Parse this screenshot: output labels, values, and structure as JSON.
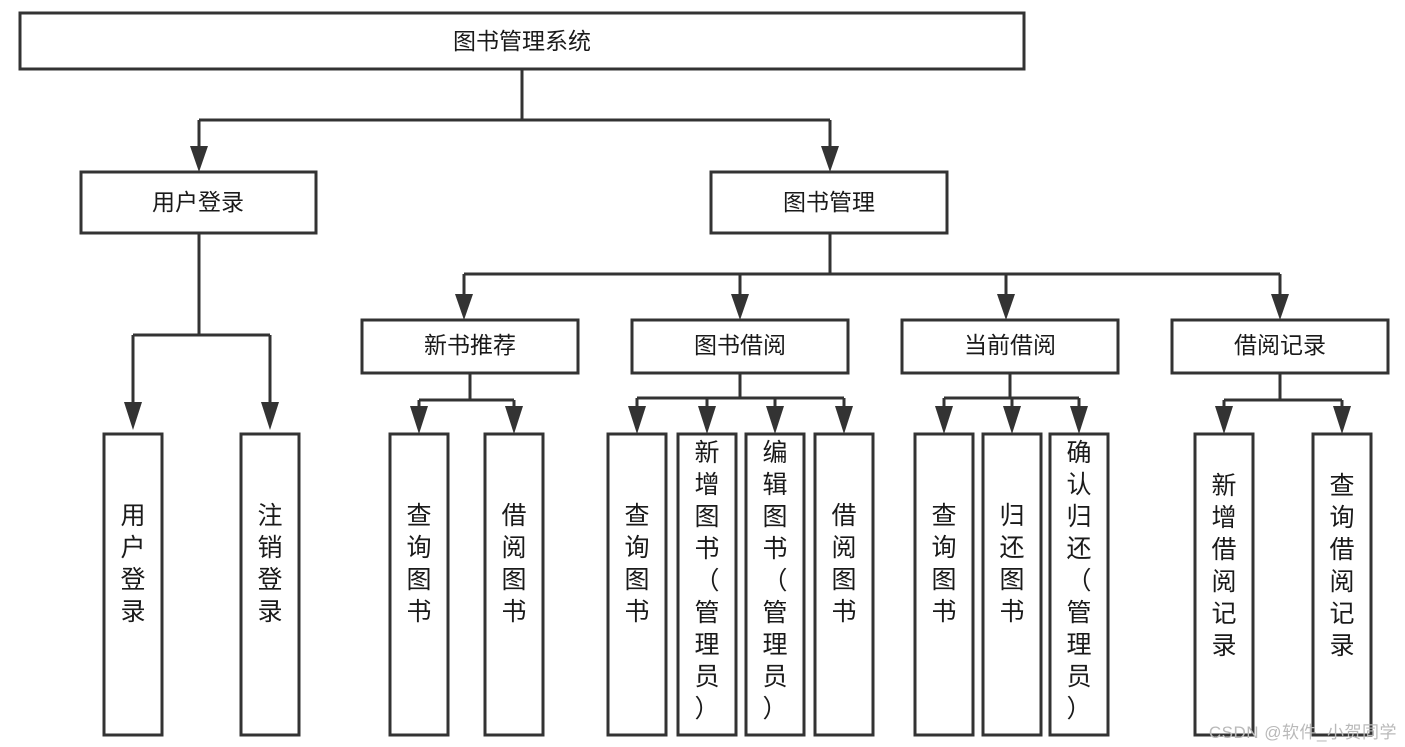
{
  "diagram": {
    "title": "图书管理系统",
    "type": "tree-hierarchy-chart",
    "orientation": "top-down",
    "colors": {
      "box_stroke": "#333333",
      "box_fill": "#ffffff",
      "connector": "#333333",
      "text": "#1a1a1a",
      "watermark": "#b9b9b9",
      "background": "#ffffff"
    },
    "root": {
      "id": "root",
      "label": "图书管理系统"
    },
    "level2": [
      {
        "id": "user-login",
        "label": "用户登录"
      },
      {
        "id": "book-management",
        "label": "图书管理"
      }
    ],
    "level3": [
      {
        "id": "new-book-recommend",
        "label": "新书推荐",
        "parent": "book-management"
      },
      {
        "id": "book-borrow",
        "label": "图书借阅",
        "parent": "book-management"
      },
      {
        "id": "current-borrow",
        "label": "当前借阅",
        "parent": "book-management"
      },
      {
        "id": "borrow-record",
        "label": "借阅记录",
        "parent": "book-management"
      }
    ],
    "leaves": [
      {
        "id": "leaf-user-login",
        "label": "用户登录",
        "parent": "user-login"
      },
      {
        "id": "leaf-logout-login",
        "label": "注销登录",
        "parent": "user-login"
      },
      {
        "id": "leaf-query-book-1",
        "label": "查询图书",
        "parent": "new-book-recommend"
      },
      {
        "id": "leaf-borrow-book-1",
        "label": "借阅图书",
        "parent": "new-book-recommend"
      },
      {
        "id": "leaf-query-book-2",
        "label": "查询图书",
        "parent": "book-borrow"
      },
      {
        "id": "leaf-add-book-admin",
        "label": "新增图书（管理员）",
        "parent": "book-borrow"
      },
      {
        "id": "leaf-edit-book-admin",
        "label": "编辑图书（管理员）",
        "parent": "book-borrow"
      },
      {
        "id": "leaf-borrow-book-2",
        "label": "借阅图书",
        "parent": "book-borrow"
      },
      {
        "id": "leaf-query-book-3",
        "label": "查询图书",
        "parent": "current-borrow"
      },
      {
        "id": "leaf-return-book",
        "label": "归还图书",
        "parent": "current-borrow"
      },
      {
        "id": "leaf-confirm-return-admin",
        "label": "确认归还（管理员）",
        "parent": "current-borrow"
      },
      {
        "id": "leaf-add-borrow-record",
        "label": "新增借阅记录",
        "parent": "borrow-record"
      },
      {
        "id": "leaf-query-borrow-record",
        "label": "查询借阅记录",
        "parent": "borrow-record"
      }
    ],
    "watermark": "CSDN @软件_小贺同学"
  }
}
